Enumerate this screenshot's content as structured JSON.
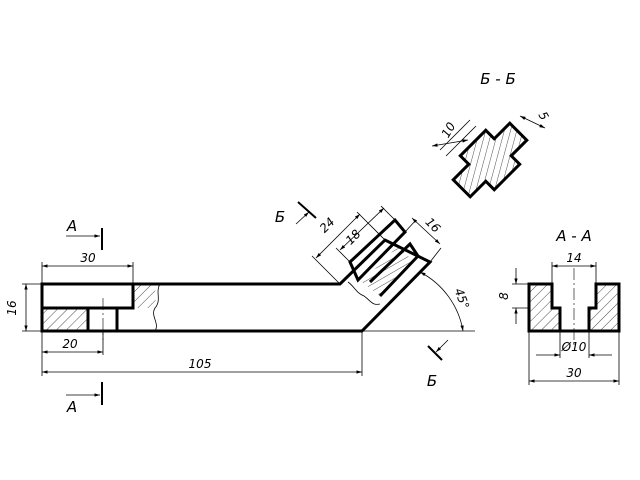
{
  "views": {
    "bb": {
      "title": "Б - Б",
      "dims": {
        "a": "10",
        "b": "5"
      }
    },
    "aa": {
      "title": "А - А",
      "dims": {
        "w_top": "14",
        "depth": "8",
        "diam": "Ø10",
        "width": "30"
      }
    }
  },
  "main": {
    "dims": {
      "slot_len": "30",
      "thickness": "16",
      "hole_pos": "20",
      "length": "105",
      "d24": "24",
      "d18": "18",
      "d16": "16",
      "angle": "45°"
    },
    "markers": {
      "a_top": "А",
      "a_bottom": "А",
      "b_top": "Б",
      "b_bottom": "Б"
    }
  }
}
